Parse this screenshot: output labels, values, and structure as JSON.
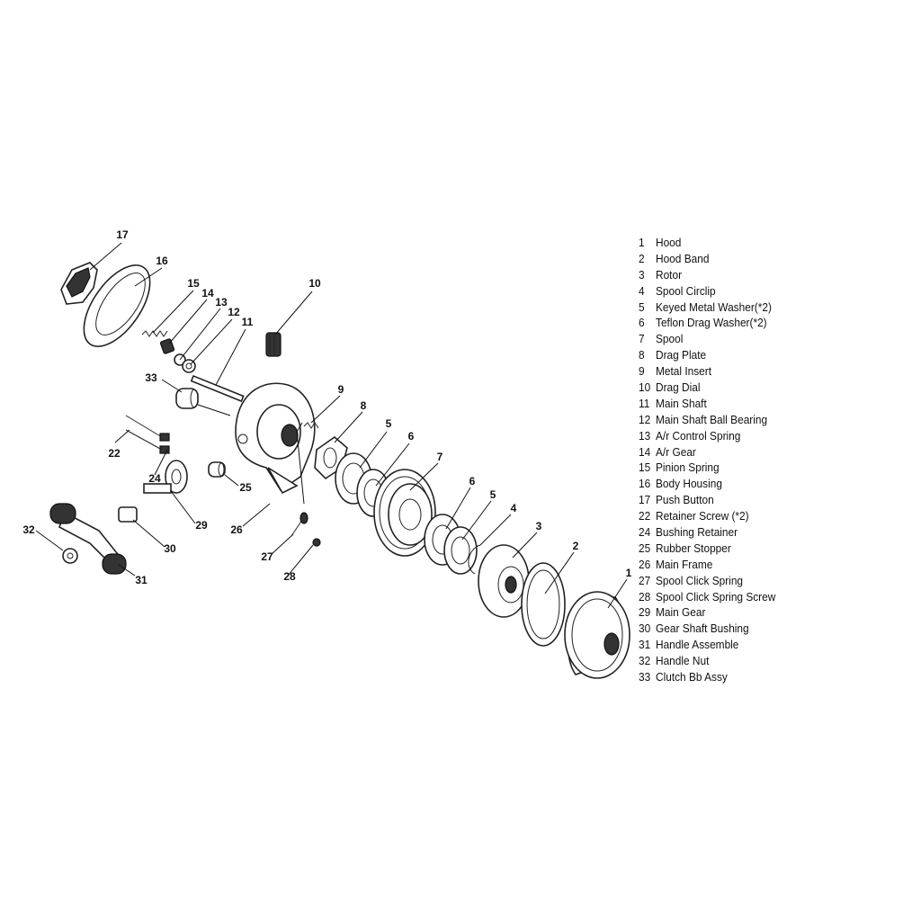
{
  "legend": [
    {
      "num": "1",
      "name": "Hood"
    },
    {
      "num": "2",
      "name": "Hood Band"
    },
    {
      "num": "3",
      "name": "Rotor"
    },
    {
      "num": "4",
      "name": "Spool Circlip"
    },
    {
      "num": "5",
      "name": "Keyed Metal Washer(*2)"
    },
    {
      "num": "6",
      "name": "Teflon Drag Washer(*2)"
    },
    {
      "num": "7",
      "name": "Spool"
    },
    {
      "num": "8",
      "name": "Drag Plate"
    },
    {
      "num": "9",
      "name": "Metal Insert"
    },
    {
      "num": "10",
      "name": "Drag Dial"
    },
    {
      "num": "11",
      "name": "Main Shaft"
    },
    {
      "num": "12",
      "name": "Main Shaft Ball Bearing"
    },
    {
      "num": "13",
      "name": "A/r  Control Spring"
    },
    {
      "num": "14",
      "name": "A/r  Gear"
    },
    {
      "num": "15",
      "name": "Pinion Spring"
    },
    {
      "num": "16",
      "name": "Body Housing"
    },
    {
      "num": "17",
      "name": "Push Button"
    },
    {
      "num": "22",
      "name": "Retainer Screw (*2)"
    },
    {
      "num": "24",
      "name": "Bushing Retainer"
    },
    {
      "num": "25",
      "name": "Rubber Stopper"
    },
    {
      "num": "26",
      "name": "Main Frame"
    },
    {
      "num": "27",
      "name": "Spool Click Spring"
    },
    {
      "num": "28",
      "name": "Spool Click Spring Screw"
    },
    {
      "num": "29",
      "name": "Main Gear"
    },
    {
      "num": "30",
      "name": "Gear Shaft Bushing"
    },
    {
      "num": "31",
      "name": "Handle Assemble"
    },
    {
      "num": "32",
      "name": "Handle Nut"
    },
    {
      "num": "33",
      "name": "Clutch  Bb Assy"
    }
  ],
  "callouts": [
    "1",
    "2",
    "3",
    "4",
    "5",
    "6",
    "7",
    "8",
    "9",
    "10",
    "11",
    "12",
    "13",
    "14",
    "15",
    "16",
    "17",
    "22",
    "24",
    "25",
    "26",
    "27",
    "28",
    "29",
    "30",
    "31",
    "32",
    "33"
  ]
}
